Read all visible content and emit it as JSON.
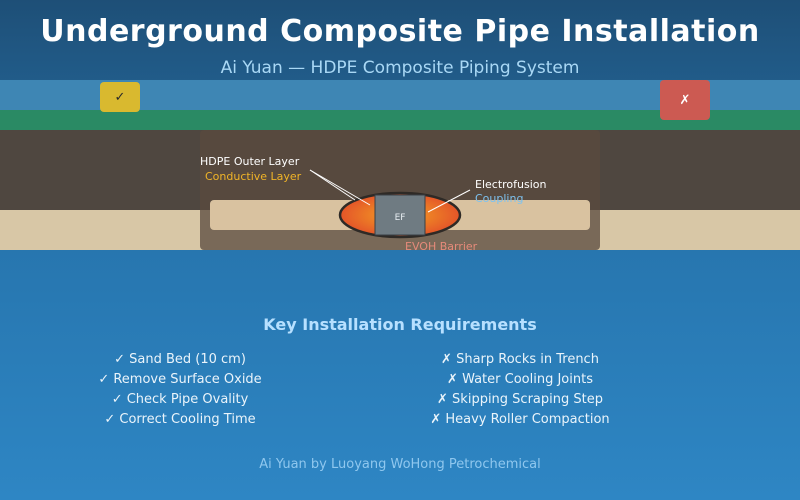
{
  "header": {
    "title": "Underground Composite Pipe Installation",
    "subtitle": "Ai Yuan — HDPE Composite Piping System"
  },
  "badges": {
    "good": {
      "glyph": "✓",
      "icon": "check-badge-icon",
      "color": "#d9b92f"
    },
    "bad": {
      "glyph": "✗",
      "icon": "cross-badge-icon",
      "color": "#cc5a52"
    }
  },
  "diagram": {
    "labels": {
      "outer_layer": "HDPE Outer Layer",
      "conductive_layer": "Conductive Layer",
      "electrofusion": "Electrofusion",
      "coupling": "Coupling",
      "ef": "EF",
      "barrier": "EVOH Barrier"
    },
    "colors": {
      "sky": "#3e86b4",
      "grass": "#2a8a64",
      "soil": "#4f4740",
      "sand": "#d8c7a6",
      "water": "#2d7fbc",
      "joint": "#e84a2a",
      "label_conductive": "#f0b428",
      "label_barrier": "#e58a7a"
    }
  },
  "requirements": {
    "title": "Key Installation Requirements",
    "dos": [
      {
        "icon": "check-icon",
        "text": "Sand Bed (10 cm)"
      },
      {
        "icon": "check-icon",
        "text": "Remove Surface Oxide"
      },
      {
        "icon": "check-icon",
        "text": "Check Pipe Ovality"
      },
      {
        "icon": "check-icon",
        "text": "Correct Cooling Time"
      }
    ],
    "donts": [
      {
        "icon": "cross-icon",
        "text": "Sharp Rocks in Trench"
      },
      {
        "icon": "cross-icon",
        "text": "Water Cooling Joints"
      },
      {
        "icon": "cross-icon",
        "text": "Skipping Scraping Step"
      },
      {
        "icon": "cross-icon",
        "text": "Heavy Roller Compaction"
      }
    ]
  },
  "footer": "Ai Yuan by Luoyang WoHong Petrochemical"
}
